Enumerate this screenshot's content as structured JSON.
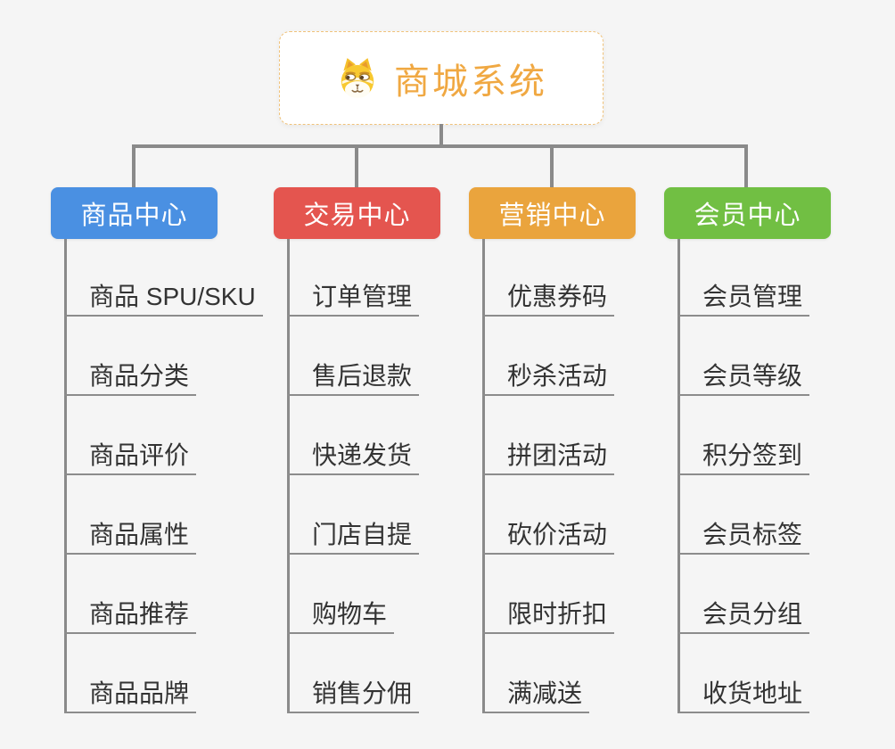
{
  "root": {
    "title": "商城系统",
    "icon": "shiba-dog-icon",
    "title_color": "#f0a842",
    "border_color": "#f0c27a"
  },
  "colors": {
    "background": "#f5f5f5",
    "connector": "#8a8a8a",
    "leaf_underline": "#8c8c8c",
    "leaf_text": "#333333"
  },
  "branches": [
    {
      "label": "商品中心",
      "color": "#4a90e2",
      "items": [
        "商品 SPU/SKU",
        "商品分类",
        "商品评价",
        "商品属性",
        "商品推荐",
        "商品品牌"
      ]
    },
    {
      "label": "交易中心",
      "color": "#e4554f",
      "items": [
        "订单管理",
        "售后退款",
        "快递发货",
        "门店自提",
        "购物车",
        "销售分佣"
      ]
    },
    {
      "label": "营销中心",
      "color": "#eaa43d",
      "items": [
        "优惠券码",
        "秒杀活动",
        "拼团活动",
        "砍价活动",
        "限时折扣",
        "满减送"
      ]
    },
    {
      "label": "会员中心",
      "color": "#71bf43",
      "items": [
        "会员管理",
        "会员等级",
        "积分签到",
        "会员标签",
        "会员分组",
        "收货地址"
      ]
    }
  ]
}
